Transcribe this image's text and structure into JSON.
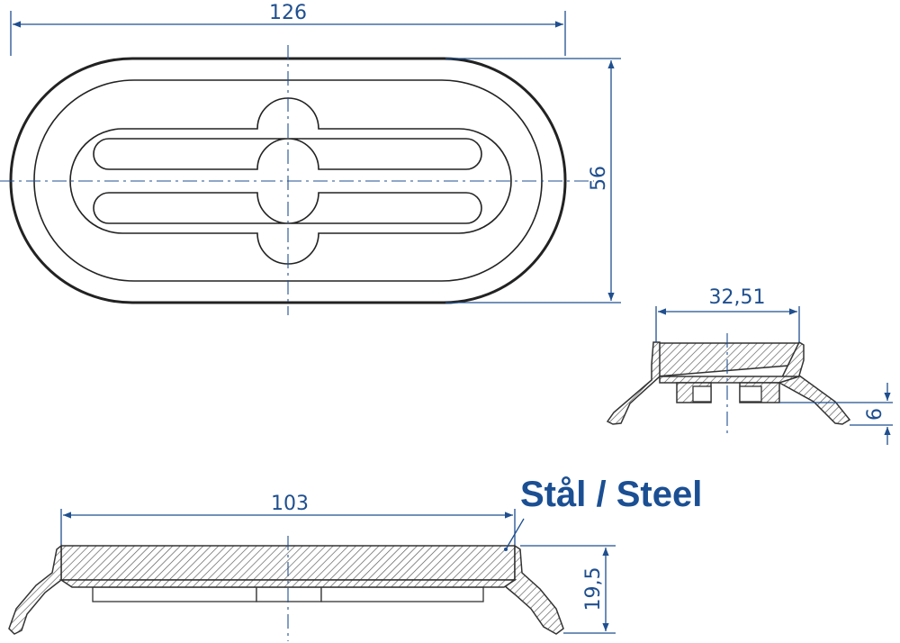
{
  "dimensions": {
    "top_length": "126",
    "top_height": "56",
    "side_width": "32,51",
    "side_gap": "6",
    "front_length": "103",
    "front_height": "19,5"
  },
  "labels": {
    "material": "Stål / Steel"
  },
  "colors": {
    "dimension": "#1f4f8f",
    "outline": "#222222",
    "label": "#1b4f93"
  }
}
